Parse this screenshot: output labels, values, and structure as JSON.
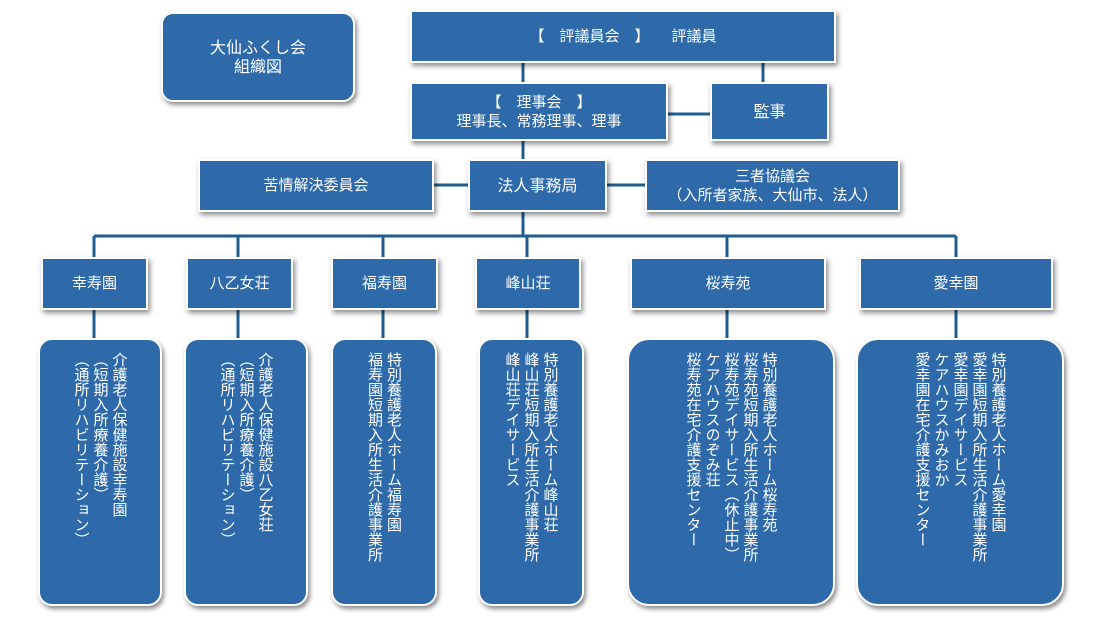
{
  "title": {
    "line1": "大仙ふくし会",
    "line2": "組織図"
  },
  "council": {
    "left": "【　評議員会　】",
    "right": "評議員"
  },
  "board": {
    "line1": "【　理事会　】",
    "line2": "理事長、常務理事、理事"
  },
  "auditor": "監事",
  "complaints": "苦情解決委員会",
  "office": "法人事務局",
  "tripartite": {
    "line1": "三者協議会",
    "line2": "（入所者家族、大仙市、法人）"
  },
  "facilities": [
    {
      "name": "幸寿園",
      "services": [
        "介護老人保健施設幸寿園",
        "（短期入所療養介護）",
        "（通所リハビリテーション）"
      ]
    },
    {
      "name": "八乙女荘",
      "services": [
        "介護老人保健施設八乙女荘",
        "（短期入所療養介護）",
        "（通所リハビリテーション）"
      ]
    },
    {
      "name": "福寿園",
      "services": [
        "特別養護老人ホーム福寿園",
        "福寿園短期入所生活介護事業所"
      ]
    },
    {
      "name": "峰山荘",
      "services": [
        "特別養護老人ホーム峰山荘",
        "峰山荘短期入所生活介護事業所",
        "峰山荘デイサービス"
      ]
    },
    {
      "name": "桜寿苑",
      "services": [
        "特別養護老人ホーム桜寿苑",
        "桜寿苑短期入所生活介護事業所",
        "桜寿苑デイサービス（休止中）",
        "ケアハウスのぞみ荘",
        "桜寿苑在宅介護支援センター"
      ]
    },
    {
      "name": "愛幸園",
      "services": [
        "特別養護老人ホーム愛幸園",
        "愛幸園短期入所生活介護事業所",
        "愛幸園デイサービス",
        "ケアハウスかみおか",
        "愛幸園在宅介護支援センター"
      ]
    }
  ],
  "colors": {
    "box_fill": "#2e6aa9",
    "connector": "#1f5d8f",
    "text": "#ffffff"
  }
}
